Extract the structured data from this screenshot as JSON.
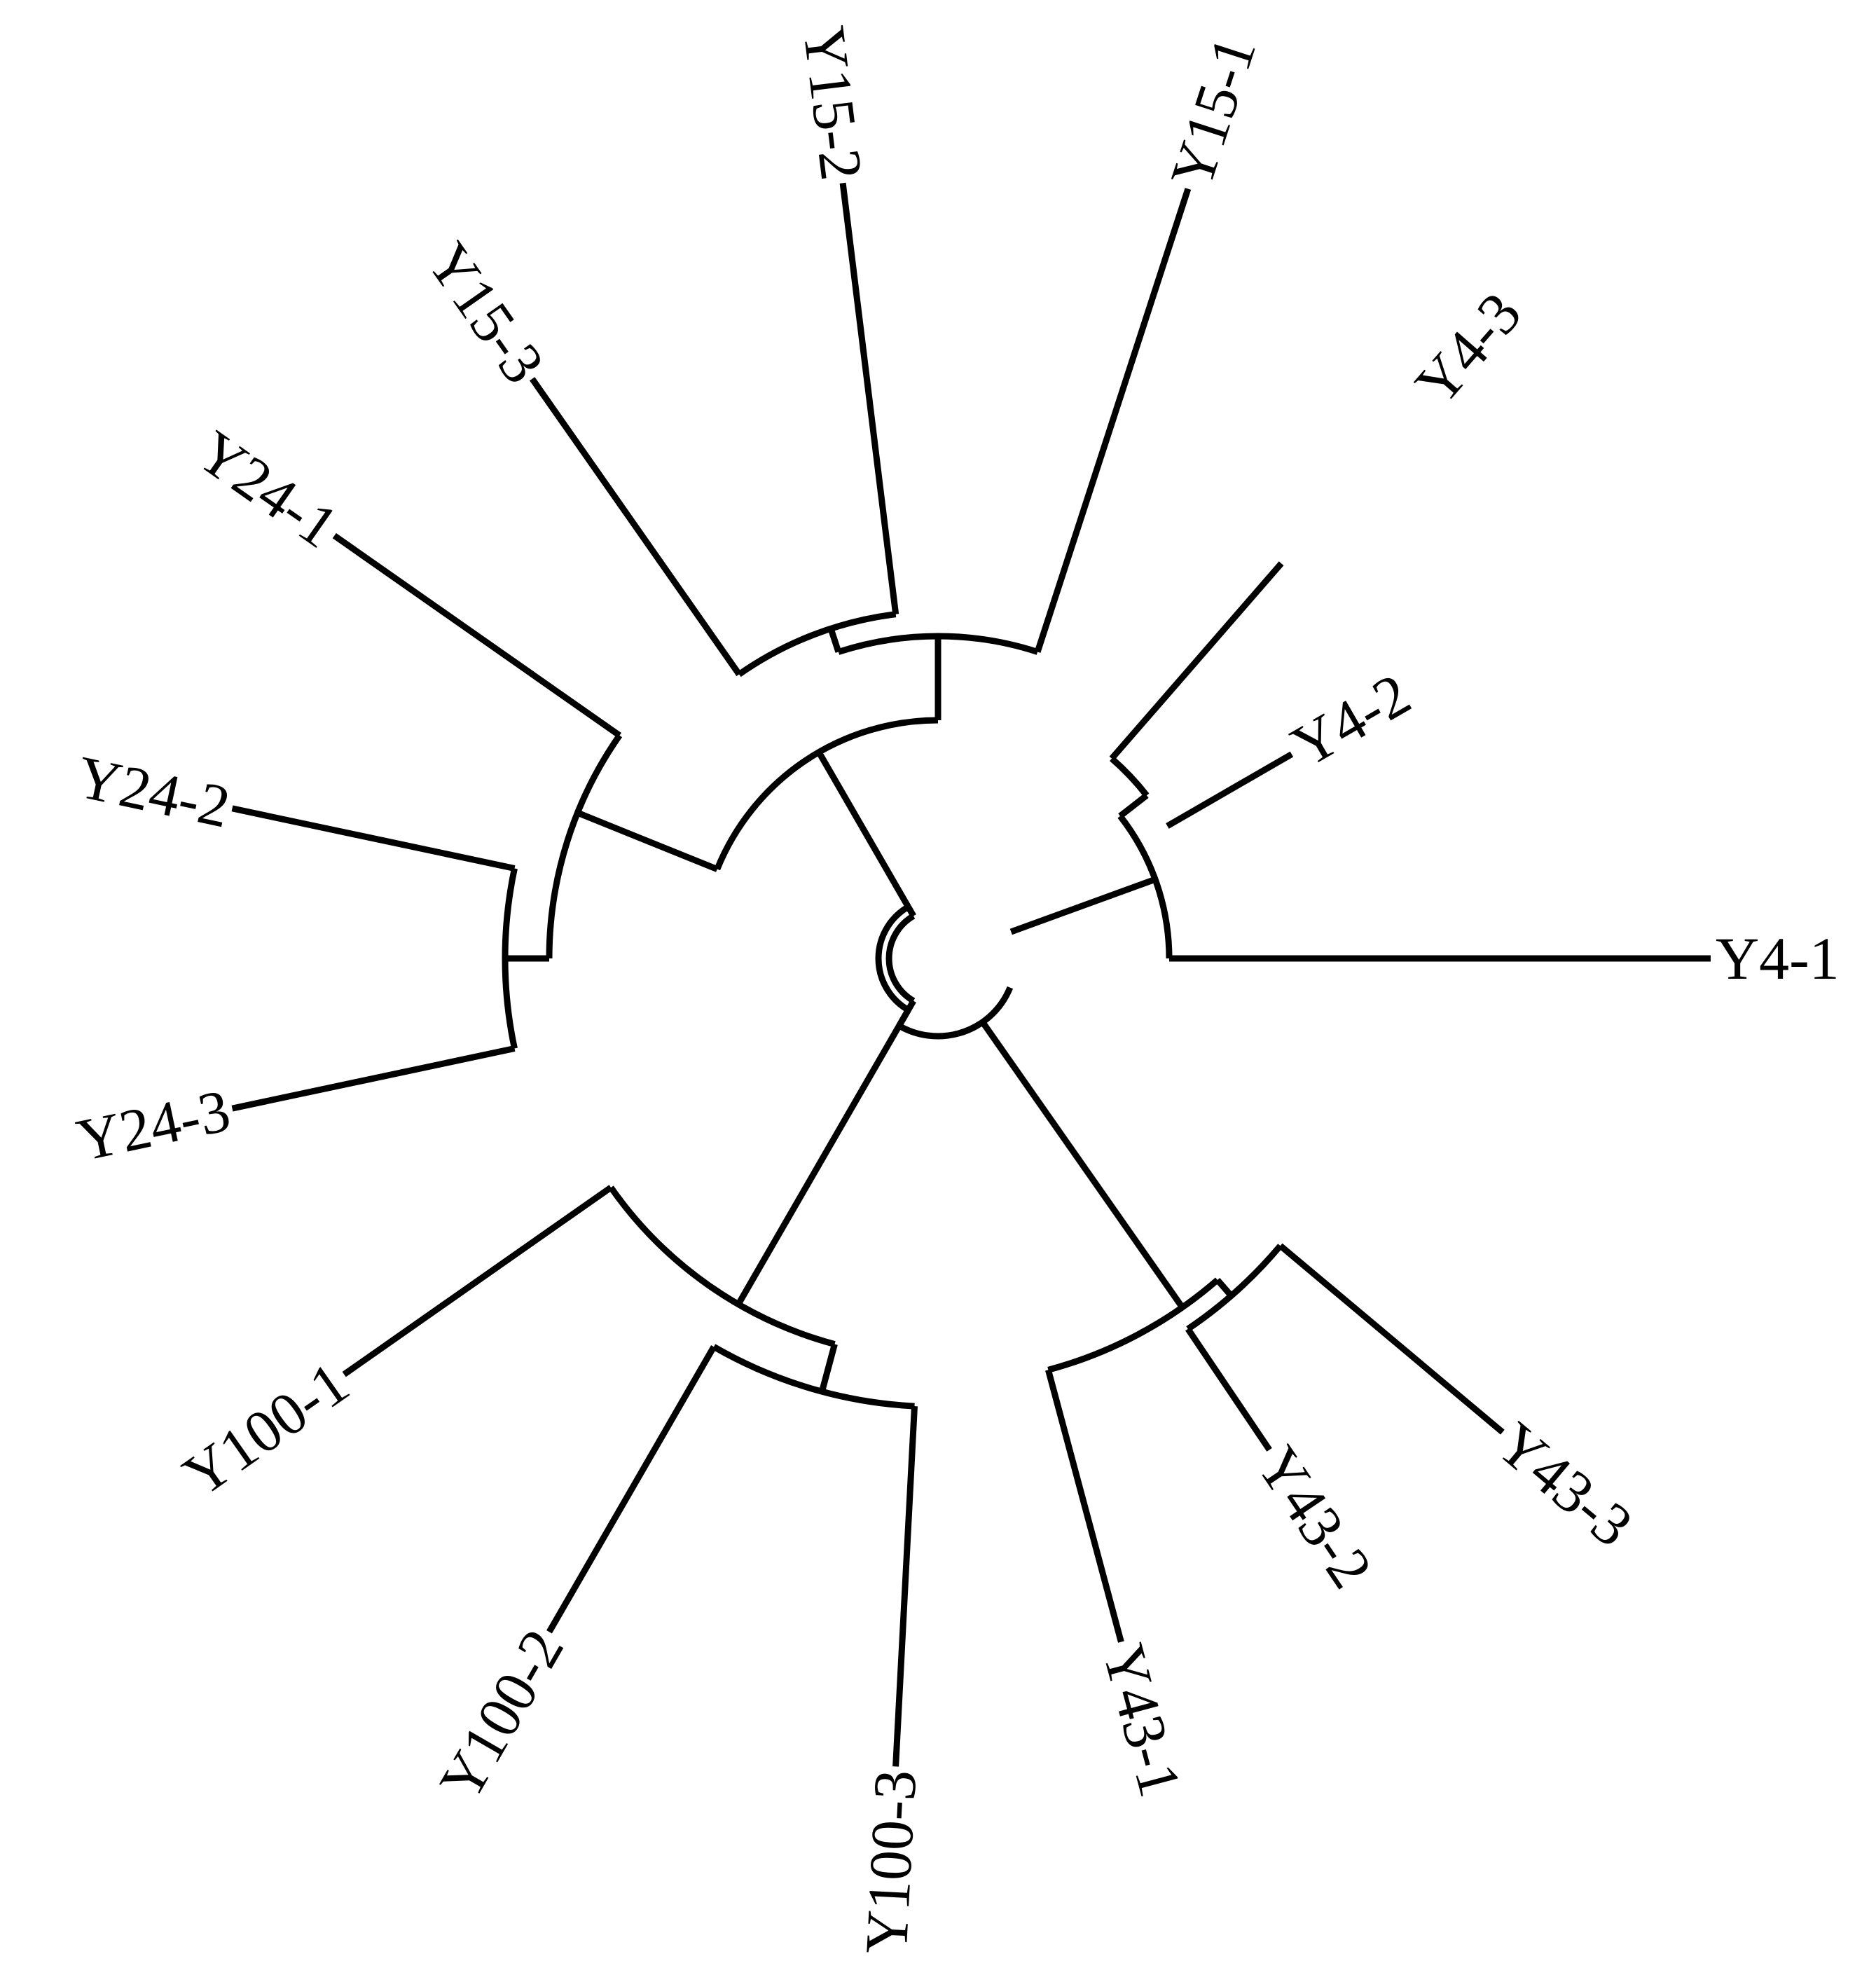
{
  "diagram": {
    "type": "circular-dendrogram",
    "line_color": "#000000",
    "background": "#ffffff",
    "tips": [
      {
        "id": "y4-1",
        "label": "Y4-1"
      },
      {
        "id": "y4-2",
        "label": "Y4-2"
      },
      {
        "id": "y4-3",
        "label": "Y4-3"
      },
      {
        "id": "y15-1",
        "label": "Y15-1"
      },
      {
        "id": "y15-2",
        "label": "Y15-2"
      },
      {
        "id": "y15-3",
        "label": "Y15-3"
      },
      {
        "id": "y24-1",
        "label": "Y24-1"
      },
      {
        "id": "y24-2",
        "label": "Y24-2"
      },
      {
        "id": "y24-3",
        "label": "Y24-3"
      },
      {
        "id": "y100-1",
        "label": "Y100-1"
      },
      {
        "id": "y100-2",
        "label": "Y100-2"
      },
      {
        "id": "y100-3",
        "label": "Y100-3"
      },
      {
        "id": "y43-1",
        "label": "Y43-1"
      },
      {
        "id": "y43-2",
        "label": "Y43-2"
      },
      {
        "id": "y43-3",
        "label": "Y43-3"
      }
    ]
  }
}
